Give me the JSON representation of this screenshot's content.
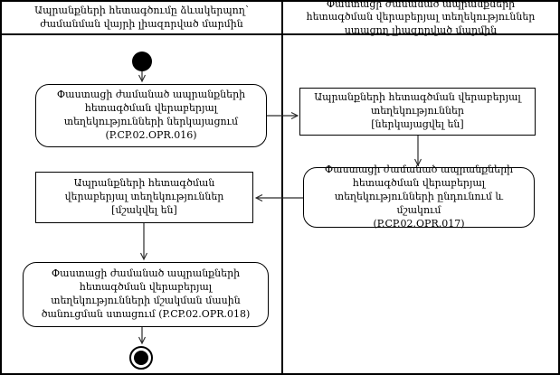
{
  "header": {
    "left_lane": "Ապրանքների հետագծումը ձևակերպող՝ ժամանման վայրի լիազորված մարմին",
    "right_lane": "Փաստացի ժամանած ապրանքների հետագծման վերաբերյալ տեղեկություններ ստացող լիազորված մարմին"
  },
  "boxes": {
    "submit_info": {
      "text": "Փաստացի ժամանած ապրանքների հետագծման վերաբերյալ տեղեկությունների ներկայացում",
      "code": "(P.CP.02.OPR.016)"
    },
    "info_submitted": {
      "text": "Ապրանքների հետագծման վերաբերյալ տեղեկություններ",
      "state": "[ներկայացվել են]"
    },
    "receive_process": {
      "text": "Փաստացի ժամանած ապրանքների հետագծման վերաբերյալ տեղեկությունների ընդունում և մշակում",
      "code": "(P.CP.02.OPR.017)"
    },
    "info_processed": {
      "text": "Ապրանքների հետագծման վերաբերյալ տեղեկություններ",
      "state": "[մշակվել են]"
    },
    "receive_notice": {
      "text": "Փաստացի ժամանած ապրանքների հետագծման վերաբերյալ տեղեկությունների մշակման մասին ծանուցման ստացում (P.CP.02.OPR.018)"
    }
  },
  "colors": {
    "border": "#000000",
    "background": "#ffffff",
    "arrow": "#2b2b2b"
  }
}
